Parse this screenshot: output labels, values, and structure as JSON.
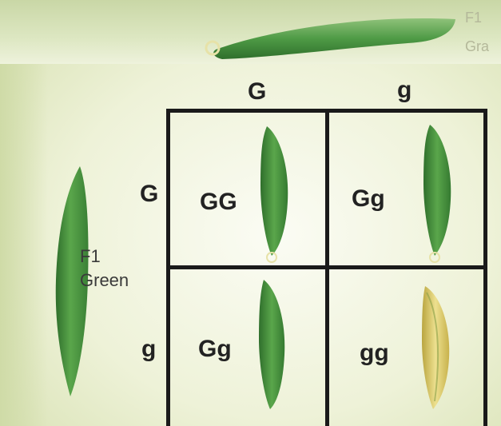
{
  "top_label": {
    "line1": "F1",
    "line2": "Gra"
  },
  "left_parent": {
    "line1": "F1",
    "line2": "Green"
  },
  "column_alleles": [
    "G",
    "g"
  ],
  "row_alleles": [
    "G",
    "g"
  ],
  "cells": [
    {
      "genotype": "GG",
      "pod_color": "green"
    },
    {
      "genotype": "Gg",
      "pod_color": "green"
    },
    {
      "genotype": "Gg",
      "pod_color": "green"
    },
    {
      "genotype": "gg",
      "pod_color": "yellow"
    }
  ],
  "colors": {
    "green_pod": "#3f8f3a",
    "green_pod_light": "#6fb45a",
    "yellow_pod": "#d9c45a",
    "yellow_pod_light": "#ede08f",
    "grid": "#1a1a1a"
  }
}
